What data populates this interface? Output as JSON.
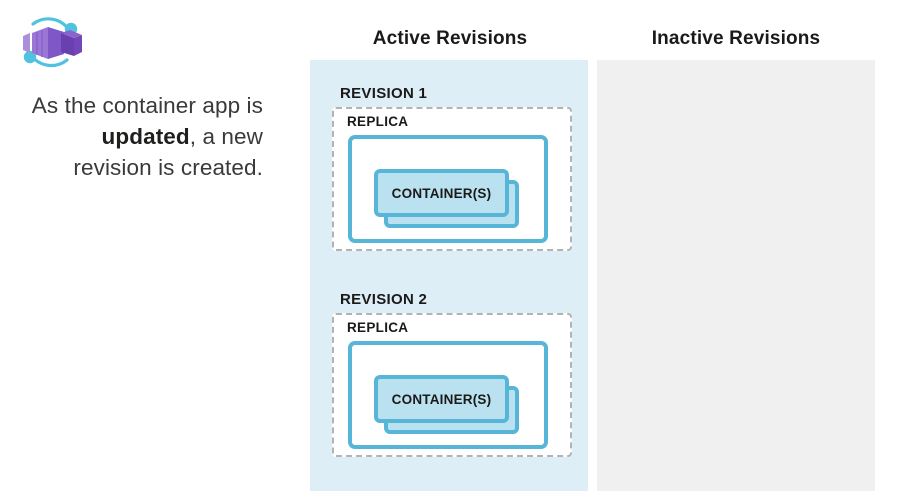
{
  "caption": {
    "prefix": "As the container app is ",
    "emphasis": "updated",
    "suffix": ", a new revision is created."
  },
  "logo": {
    "icon_name": "azure-container-apps-logo",
    "cube_color": "#8661c5",
    "cube_dark": "#7248b9",
    "cube_light": "#a98fdc",
    "orbit_color": "#50c2e0"
  },
  "columns": {
    "active": {
      "header": "Active Revisions",
      "background": "#ddeef7"
    },
    "inactive": {
      "header": "Inactive Revisions",
      "background": "#f0f0f0",
      "items": []
    }
  },
  "revisions": [
    {
      "title": "REVISION 1",
      "replica_label": "REPLICA",
      "container_label": "CONTAINER(S)",
      "container_count": 2
    },
    {
      "title": "REVISION 2",
      "replica_label": "REPLICA",
      "container_label": "CONTAINER(S)",
      "container_count": 2
    }
  ],
  "colors": {
    "accent_blue": "#57b5d8",
    "container_fill": "#b9e1f0",
    "dashed_border": "#b3b3b3",
    "text": "#1b1a19"
  }
}
